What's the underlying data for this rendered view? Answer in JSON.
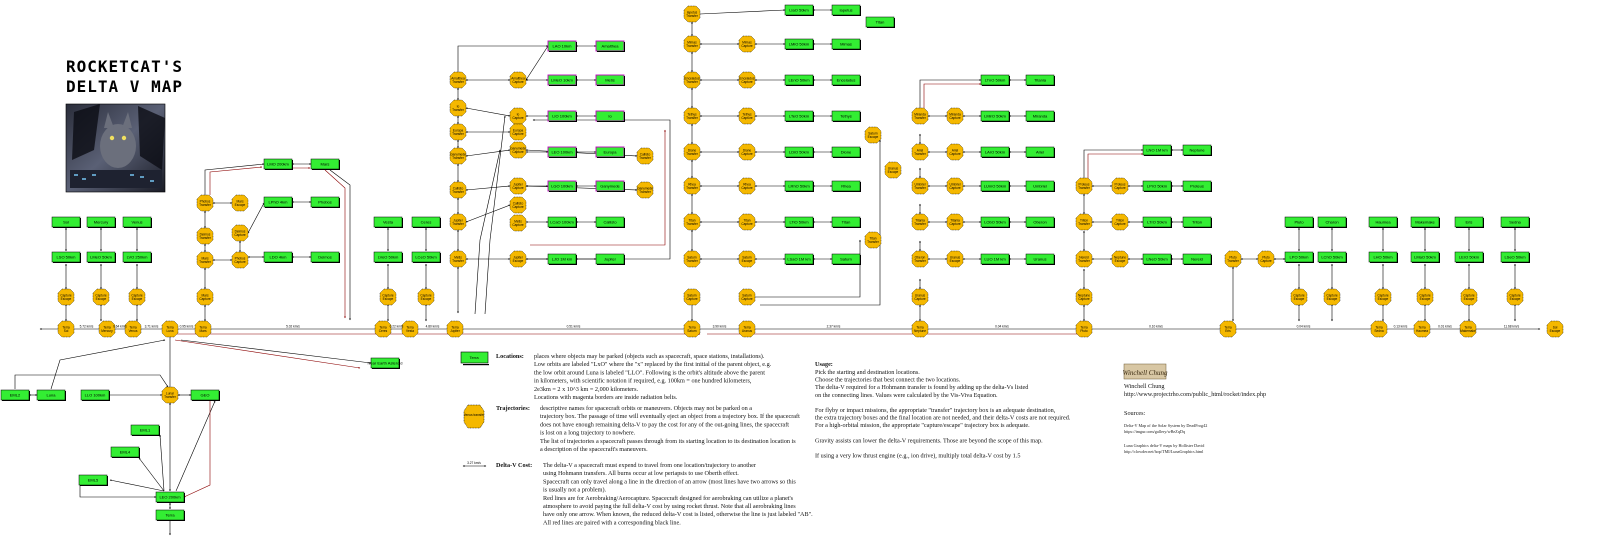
{
  "title": {
    "line1": "ROCKETCAT'S",
    "line2": "DELTA V MAP"
  },
  "colors": {
    "location": "#33ee33",
    "trajectory": "#f5b800",
    "line": "#000000",
    "aero": "#8b0000"
  },
  "main_axis": {
    "trajectories": [
      "Terra Sol",
      "Terra Mercury",
      "Terra Venus",
      "Terra Luna",
      "Terra Mars",
      "Terra Ceres",
      "Terra Vesta",
      "Terra Jupiter",
      "Terra Saturn",
      "Terra Uranus",
      "Terra Neptune",
      "Terra Pluto",
      "Terra Eris",
      "Terra Sedna",
      "Terra Haumea",
      "Terra Makemake",
      "Sol Escape"
    ],
    "dv": [
      "0.0",
      "5.72",
      "0.64",
      "3.71",
      "0.95",
      "5.02",
      "0.22",
      "4.80",
      "0.51",
      "3.90",
      "2.37",
      "0.04",
      "0.10",
      "0.04",
      "0.13",
      "0.01",
      "11.68"
    ]
  },
  "top_row_locations": [
    "Sol",
    "Mercury",
    "Venus",
    "Vesta",
    "Ceres",
    "Phobos",
    "Deimos",
    "Mars",
    "Io",
    "Europa",
    "Ganymede",
    "Callisto",
    "Amalthea",
    "Metis",
    "Titan",
    "Mimas",
    "Enceladus",
    "Tethys",
    "Dione",
    "Rhea",
    "Iapetus",
    "Titania",
    "Oberon",
    "Ariel",
    "Umbriel",
    "Miranda",
    "Triton",
    "Nereid",
    "Proteus",
    "Pluto",
    "Charon",
    "Haumea",
    "Makemake",
    "Eris",
    "Sedna"
  ],
  "low_orbits": [
    "LSO 50km",
    "LMeO 50km",
    "LVO 250km",
    "LPhO 4km",
    "LDO 4km",
    "LMO 200km",
    "LVeO 50km",
    "LCeO 50km",
    "LIO 100km",
    "LEO 100km",
    "LGO 100km",
    "LCaO 100km",
    "LAO 10km",
    "LJO 1M km",
    "LTiO 50km",
    "LSaO 1M km",
    "LMiO 50km",
    "LEnO 50km",
    "LTeO 50km",
    "LDiO 50km",
    "LRhO 50km",
    "LIaO 50km",
    "LUO 1M km",
    "LTnO 50km",
    "LObO 50km",
    "LArO 50km",
    "LUmO 50km",
    "LMirO 50km",
    "LNO 1M km",
    "LTrO 50km",
    "LNeO 50km",
    "LPrO 50km",
    "LPO 50km",
    "LChO 50km",
    "LHO 50km",
    "LMaO 50km",
    "LErO 50km",
    "LSeO 50km"
  ],
  "earth_cluster": [
    "GEO",
    "LEO 200km",
    "Lunar Transfer",
    "EML1",
    "EML2",
    "EML4",
    "EML5",
    "LLO 100km",
    "Luna",
    "Terra",
    "Near Earth Asteroid",
    "Earth Escape"
  ],
  "legend": {
    "location_title": "Locations:",
    "location_text": [
      "places where objects may be parked (objects such as spacecraft, space stations, installations).",
      "Low orbits are labeled \"LxO\" where the \"x\" replaced by the first initial of the parent object, e.g.",
      "the low orbit around Luna is labeled \"LLO\". Following is the orbit's altitude above the parent",
      "in kilometers, with scientific notation if required, e.g. 100km = one hundred kilometers,",
      "2e3km = 2 x 10^3 km = 2,000 kilometers.",
      "Locations with magenta borders are inside radiation belts."
    ],
    "trajectory_title": "Trajectories:",
    "trajectory_text": [
      "descriptive names for spacecraft orbits or maneuvers. Objects may not be parked on a",
      "trajectory box. The passage of time will eventually eject an object from a trajectory box. If the spacecraft",
      "does not have enough remaining delta-V to pay the cost for any of the out-going lines, the spacecraft",
      "is lost on a long trajectory to nowhere.",
      "The list of trajectories a spacecraft passes through from its starting location to its destination location is",
      "a description of the spacecraft's maneuvers."
    ],
    "dv_title": "Delta-V Cost:",
    "dv_text": [
      "The delta-V a spacecraft must expend to travel from one location/trajectory to another",
      "using Hohmann transfers. All burns occur at low periapsis to use Oberth effect.",
      "Spacecraft can only travel along a line in the direction of an arrow (most lines have two arrows so this",
      "is usually not a problem).",
      "Red lines are for Aerobraking/Aerocapture. Spacecraft designed for aerobraking can utilize a planet's",
      "atmosphere to avoid paying the full delta-V cost by using rocket thrust. Note that all aerobraking lines",
      "have only one arrow. When known, the reduced delta-V cost is listed, otherwise the line is just labeled \"AB\".",
      "All red lines are paired with a corresponding black line."
    ],
    "sample_box": "Terra",
    "sample_traj": "Venus transfer",
    "sample_dv": "3.27 km/s"
  },
  "usage": {
    "title": "Usage:",
    "lines": [
      "Pick the starting and destination locations.",
      "Choose the trajectories that best connect the two locations.",
      "The delta-V required for a Hohmann transfer is found by adding up the delta-Vs listed",
      "on the connecting lines. Values were calculated by the Vis-Viva Equation.",
      "",
      "For flyby or impact missions, the appropriate \"transfer\" trajectory box is an adequate destination,",
      "the extra trajectory boxes and the final location are not needed, and their delta-V costs are not required.",
      "For a high-orbital mission, the appropriate \"capture/escape\" trajectory box is adequate.",
      "",
      "Gravity assists can lower the delta-V requirements. Those are beyond the scope of this map.",
      "",
      "If using a very low thrust engine (e.g., ion drive), multiply total delta-V cost by 1.5"
    ]
  },
  "credits": {
    "signature": "Winchell Chung",
    "name": "Winchell Chung",
    "url": "http://www.projectrho.com/public_html/rocket/index.php",
    "sources_title": "Sources:",
    "source1": "Delta-V Map of the Solar System by DeadFrog42",
    "source1_url": "https://imgur.com/gallery/wBeZqDq",
    "source2": "Luna Graphics delta-V maps by Hollister David",
    "source2_url": "http://clowder.net/hop/TMI/LunaGraphics.html"
  }
}
